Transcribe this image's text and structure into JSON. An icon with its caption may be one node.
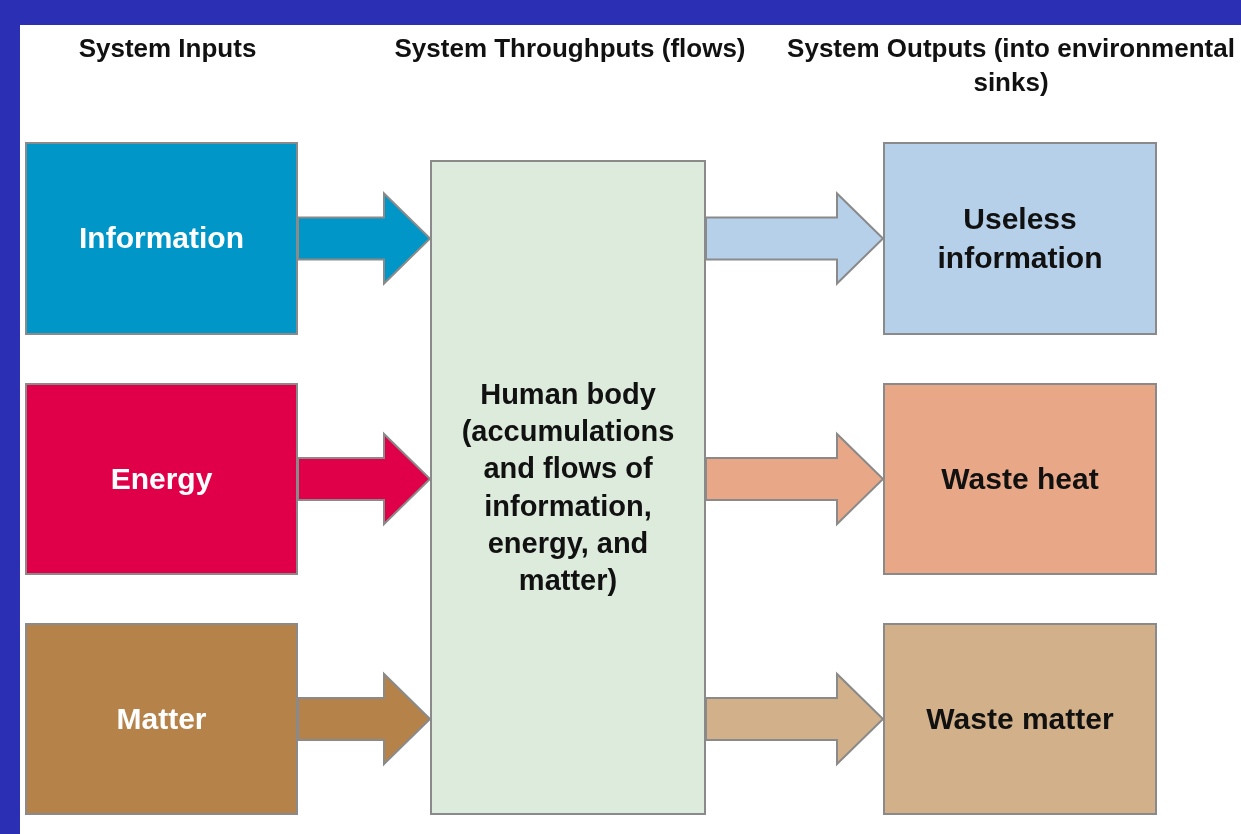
{
  "diagram": {
    "nodes": [
      {
        "text": [
          "Information"
        ]
      },
      {
        "text": [
          "Energy"
        ]
      },
      {
        "text": [
          "Matter"
        ]
      },
      {
        "text": [
          "Human body (accumulations and flows of information, energy, and matter)"
        ]
      },
      {
        "text": [
          "Useless information"
        ]
      },
      {
        "text": [
          "Waste heat"
        ]
      },
      {
        "text": [
          "Waste matter"
        ]
      }
    ],
    "edges": [
      {
        "from": 0,
        "to": 3,
        "arrow": "to",
        "style": "thick",
        "color": "#0096c8"
      },
      {
        "from": 1,
        "to": 3,
        "arrow": "to",
        "style": "thick",
        "color": "#e0004a"
      },
      {
        "from": 2,
        "to": 3,
        "arrow": "to",
        "style": "thick",
        "color": "#b5834a"
      },
      {
        "from": 3,
        "to": 4,
        "arrow": "to",
        "style": "thick",
        "color": "#b6d0ea"
      },
      {
        "from": 3,
        "to": 5,
        "arrow": "to",
        "style": "thick",
        "color": "#e8a888"
      },
      {
        "from": 3,
        "to": 6,
        "arrow": "to",
        "style": "thick",
        "color": "#d2b08a"
      }
    ],
    "labels": [
      "System Inputs",
      "System Throughputs (flows)",
      "System Outputs (into environmental sinks)"
    ]
  }
}
